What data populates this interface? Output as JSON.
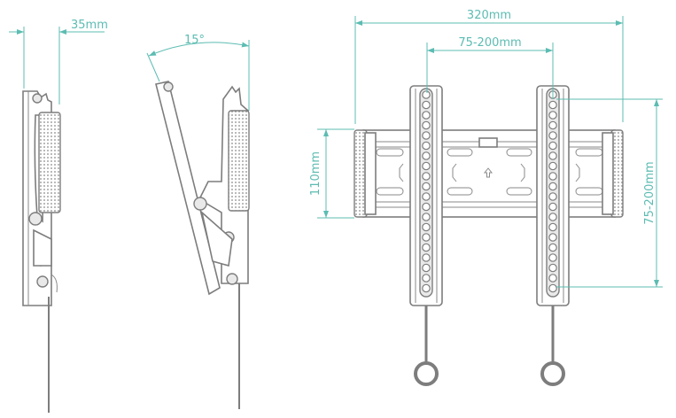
{
  "dimensions": {
    "depth": "35mm",
    "tilt_angle": "15°",
    "overall_width": "320mm",
    "vesa_horizontal": "75-200mm",
    "plate_height": "110mm",
    "vesa_vertical": "75-200mm"
  },
  "colors": {
    "dimension": "#5cbcb2",
    "drawing": "#7d7d7d"
  }
}
